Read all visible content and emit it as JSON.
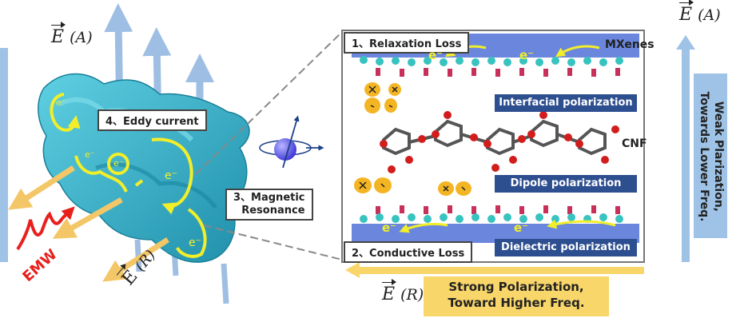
{
  "left_panel": {
    "field_A": {
      "symbol": "E",
      "suffix": "(A)"
    },
    "field_R": {
      "symbol": "E",
      "suffix": "(R)"
    },
    "emw_label": "EMW",
    "electron_label": "e⁻",
    "labels": {
      "eddy_current": "4、Eddy current",
      "magnetic_resonance_line1": "3、Magnetic",
      "magnetic_resonance_line2": "Resonance"
    }
  },
  "right_panel": {
    "title_top": "1、Relaxation Loss",
    "title_bottom": "2、Conductive Loss",
    "mxenes_label": "MXenes",
    "cnf_label": "CNF",
    "electron_label": "e⁻",
    "mechanisms": {
      "interfacial": "Interfacial polarization",
      "dipole": "Dipole polarization",
      "dielectric": "Dielectric polarization"
    },
    "charges": {
      "plus": "+",
      "minus": "-"
    }
  },
  "axes": {
    "vertical": {
      "field": {
        "symbol": "E",
        "suffix": "(A)"
      },
      "text_line1": "Weak Plarization,",
      "text_line2": "Towards Lower Freq."
    },
    "horizontal": {
      "field": {
        "symbol": "E",
        "suffix": "(R)"
      },
      "text_line1": "Strong Polarization,",
      "text_line2": "Toward Higher Freq."
    }
  },
  "colors": {
    "ribbon": "#3fb7cf",
    "current_loop": "#f2ee2a",
    "e_field_arrow": "#9ebfe3",
    "r_field_arrow": "#f3c768",
    "emw": "#e8201c",
    "label_blue": "#2d4e8f",
    "axis_blue": "#9ec3e6",
    "axis_yellow": "#f9d66a"
  }
}
